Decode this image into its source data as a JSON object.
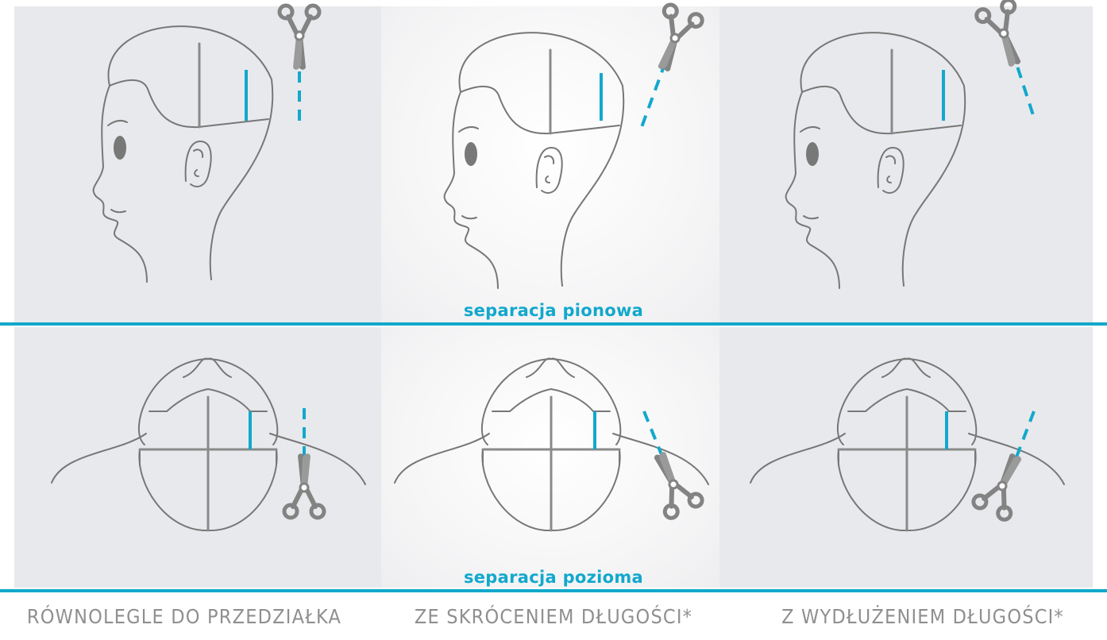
{
  "sections": {
    "vertical_label": "separacja pionowa",
    "horizontal_label": "separacja pozioma"
  },
  "columns": [
    {
      "label": "RÓWNOLEGLE DO PRZEDZIAŁKA"
    },
    {
      "label": "ZE SKRÓCENIEM DŁUGOŚCI*"
    },
    {
      "label": "Z WYDŁUŻENIEM DŁUGOŚCI*"
    }
  ],
  "colors": {
    "accent": "#12a8cc",
    "line": "#777777",
    "panel_gray": "#e8e9ec",
    "label_gray": "#8f8f8f"
  },
  "icons": [
    "scissors-icon",
    "head-side-icon",
    "head-back-icon",
    "cut-line-icon",
    "section-line-icon"
  ]
}
